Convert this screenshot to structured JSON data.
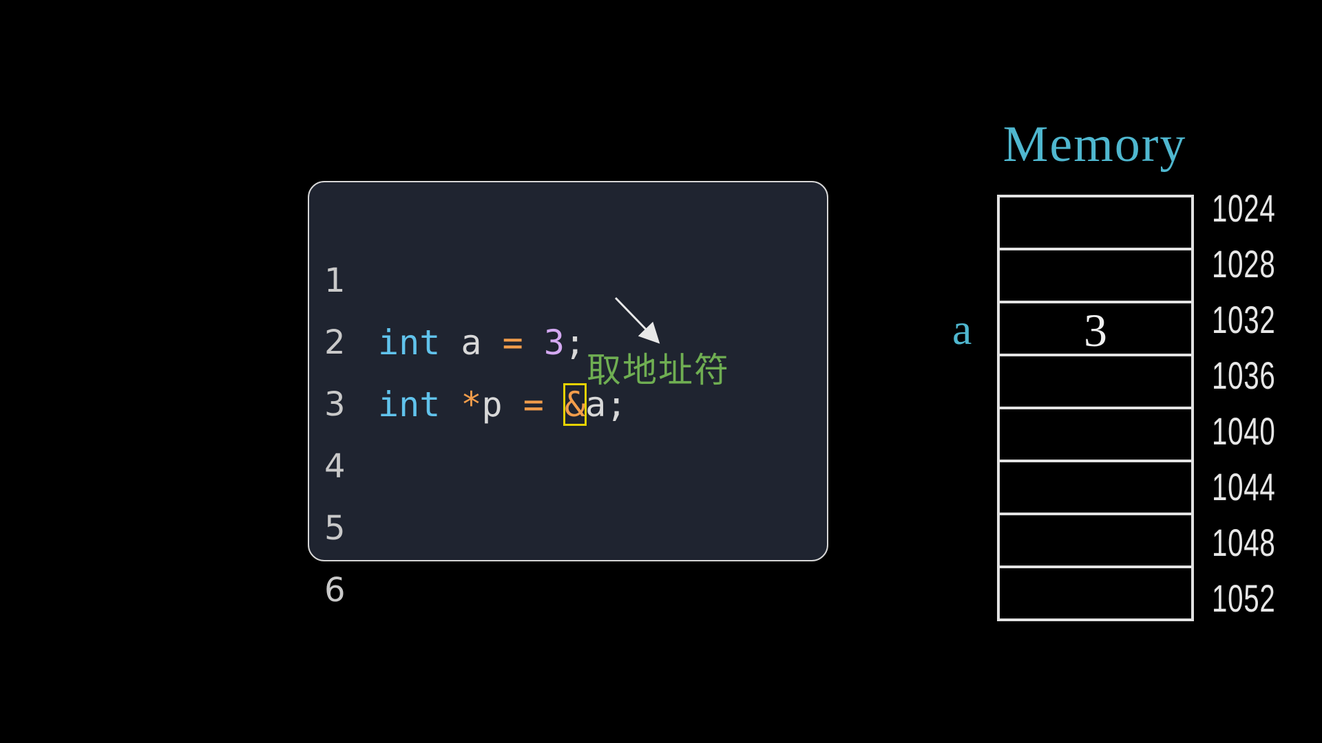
{
  "code": {
    "lines": [
      {
        "number": "1",
        "tokens": [
          "int",
          "a",
          "=",
          "3",
          ";"
        ]
      },
      {
        "number": "2",
        "tokens": [
          "int",
          "*",
          "p",
          "=",
          "&",
          "a",
          ";"
        ]
      },
      {
        "number": "3"
      },
      {
        "number": "4"
      },
      {
        "number": "5"
      },
      {
        "number": "6"
      }
    ]
  },
  "annotation": {
    "label": "取地址符",
    "highlight_color": "#e6d200",
    "label_color": "#6fae52"
  },
  "memory": {
    "title": "Memory",
    "variable_label": "a",
    "cells": [
      {
        "address": "1024",
        "value": ""
      },
      {
        "address": "1028",
        "value": ""
      },
      {
        "address": "1032",
        "value": "3"
      },
      {
        "address": "1036",
        "value": ""
      },
      {
        "address": "1040",
        "value": ""
      },
      {
        "address": "1044",
        "value": ""
      },
      {
        "address": "1048",
        "value": ""
      },
      {
        "address": "1052",
        "value": ""
      }
    ],
    "title_color": "#4fb7cf"
  },
  "colors": {
    "background": "#000000",
    "panel": "#1f2430",
    "keyword": "#61c3ec",
    "operator": "#f29d4b",
    "number": "#d4a9f2"
  }
}
